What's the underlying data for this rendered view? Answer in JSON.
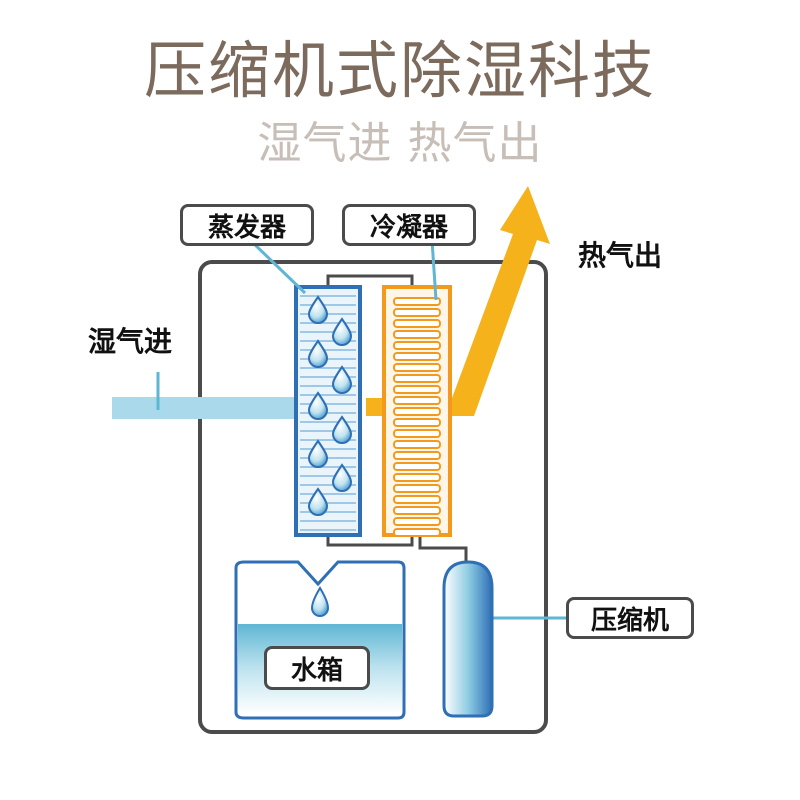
{
  "header": {
    "title": "压缩机式除湿科技",
    "subtitle": "湿气进 热气出"
  },
  "labels": {
    "evaporator": "蒸发器",
    "condenser": "冷凝器",
    "hot_air_out": "热气出",
    "moist_air_in": "湿气进",
    "compressor": "压缩机",
    "water_tank": "水箱"
  },
  "colors": {
    "title": "#7c6a5d",
    "subtitle": "#c7beb7",
    "evaporator": "#2f6fb6",
    "condenser": "#f39a1e",
    "hot_arrow": "#f6b21b",
    "moist_air": "#a9d9ea",
    "water": "#7cc3dc",
    "outline": "#4b4b4b"
  }
}
